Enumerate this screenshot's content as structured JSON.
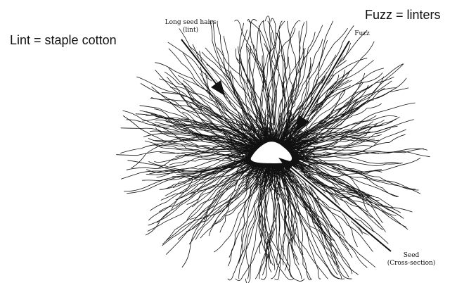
{
  "notes": {
    "lint": "Lint = staple cotton",
    "fuzz": "Fuzz = linters"
  },
  "labels": {
    "long_seed_hairs_line1": "Long seed hairs",
    "long_seed_hairs_line2": "(lint)",
    "fuzz": "Fuzz",
    "seed_line1": "Seed",
    "seed_line2": "(Cross-section)"
  },
  "colors": {
    "ink": "#111111",
    "background": "#ffffff"
  }
}
